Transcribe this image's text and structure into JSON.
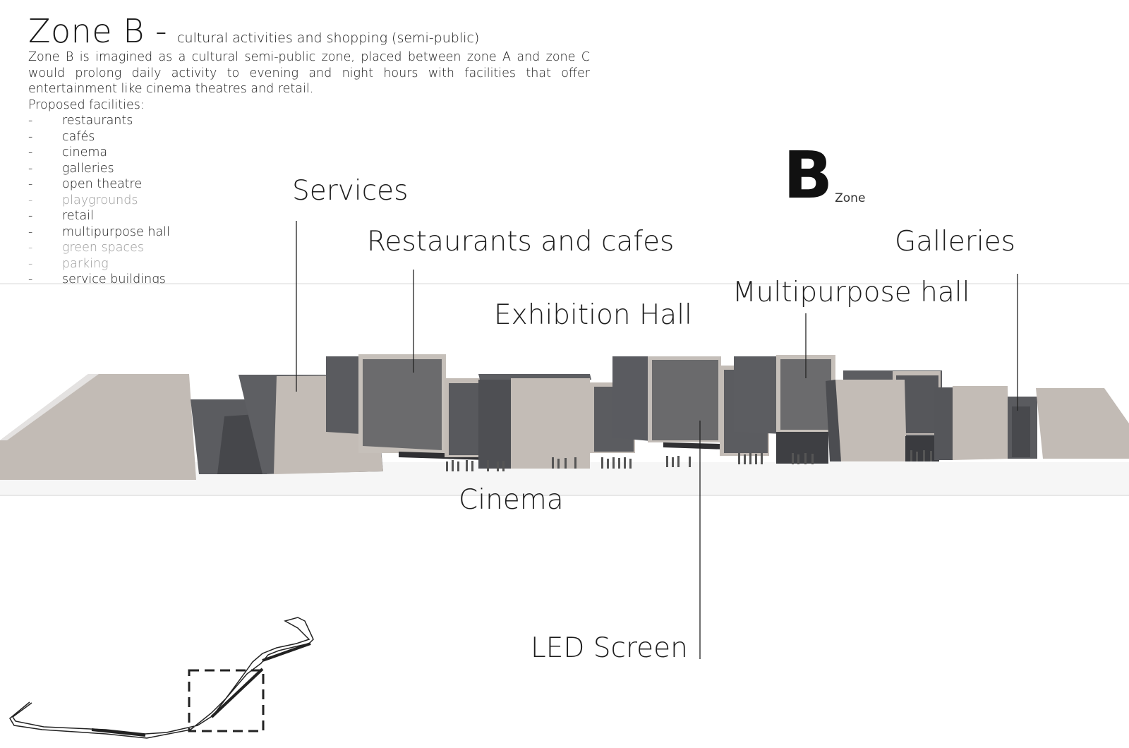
{
  "header": {
    "title": "Zone B -",
    "subtitle": "cultural activities and shopping (semi-public)",
    "intro": "Zone B is imagined as a cultural semi-public zone, placed between zone A and zone C would prolong daily activity to evening and night hours with facilities that offer entertainment like cinema theatres and retail.",
    "facilities_label": "Proposed facilities:",
    "facilities": [
      {
        "label": "restaurants",
        "muted": false
      },
      {
        "label": "cafés",
        "muted": false
      },
      {
        "label": "cinema",
        "muted": false
      },
      {
        "label": "galleries",
        "muted": false
      },
      {
        "label": "open theatre",
        "muted": false
      },
      {
        "label": "playgrounds",
        "muted": true
      },
      {
        "label": "retail",
        "muted": false
      },
      {
        "label": "multipurpose hall",
        "muted": false
      },
      {
        "label": "green spaces",
        "muted": true
      },
      {
        "label": "parking",
        "muted": true
      },
      {
        "label": "service buildings",
        "muted": false
      }
    ]
  },
  "zone_mark": {
    "letter": "B",
    "word": "Zone"
  },
  "callouts": {
    "services": "Services",
    "restaurants": "Restaurants and cafes",
    "exhibition": "Exhibition Hall",
    "multipurpose": "Multipurpose hall",
    "galleries": "Galleries",
    "cinema": "Cinema",
    "led": "LED Screen"
  },
  "colors": {
    "facade_light": "#c3bcb6",
    "facade_dark": "#5d5e62",
    "screen": "#6e6e70",
    "side_dark": "#48494d",
    "ground": "#f4f4f4",
    "muted_text": "#9a9a9a"
  }
}
